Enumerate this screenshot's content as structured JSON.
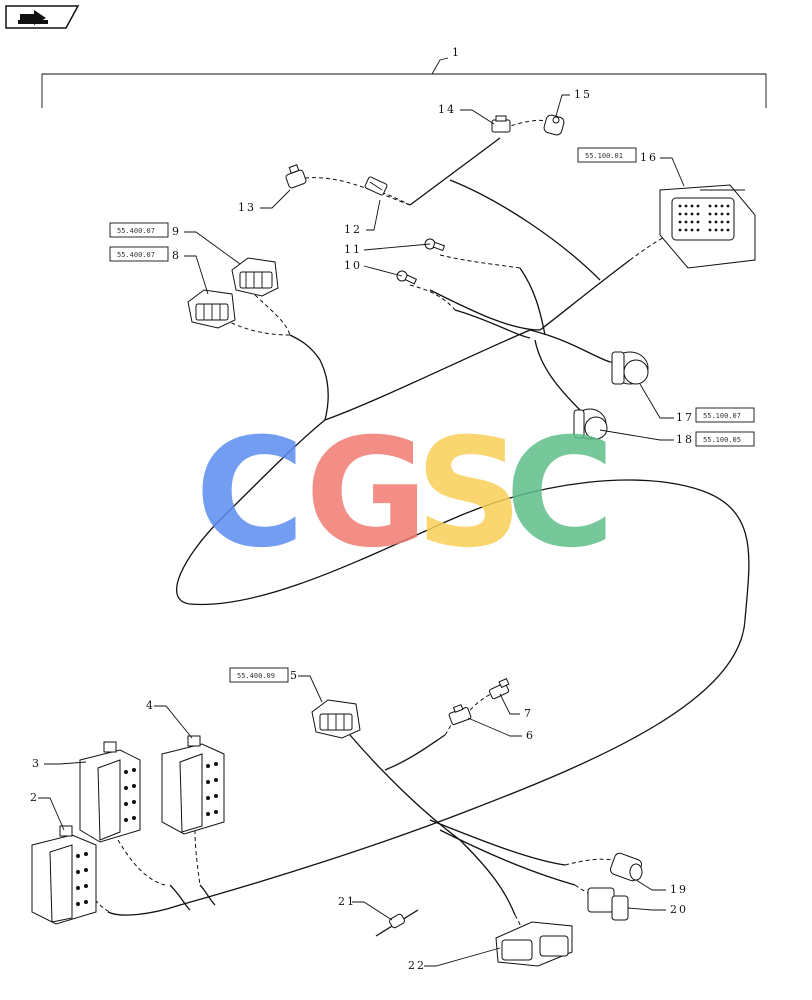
{
  "watermark": {
    "letters": [
      {
        "char": "C",
        "color": "#5b8def"
      },
      {
        "char": "G",
        "color": "#f07b72"
      },
      {
        "char": "S",
        "color": "#f8d057"
      },
      {
        "char": "C",
        "color": "#5fbf8a"
      }
    ]
  },
  "assembly_number": "1",
  "callouts": {
    "c2": "2",
    "c3": "3",
    "c4": "4",
    "c5": "5",
    "c6": "6",
    "c7": "7",
    "c8": "8",
    "c9": "9",
    "c10": "10",
    "c11": "11",
    "c12": "12",
    "c13": "13",
    "c14": "14",
    "c15": "15",
    "c16": "16",
    "c17": "17",
    "c18": "18",
    "c19": "19",
    "c20": "20",
    "c21": "21",
    "c22": "22"
  },
  "references": {
    "r8": "55.400.07",
    "r9": "55.400.07",
    "r16": "55.100.01",
    "r17": "55.100.07",
    "r18": "55.100.05",
    "r5": "55.400.09"
  }
}
